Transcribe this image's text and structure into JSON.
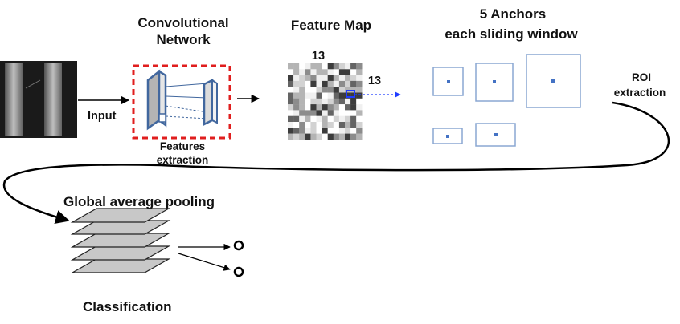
{
  "labels": {
    "conv_line1": "Convolutional",
    "conv_line2": "Network",
    "feature_map": "Feature  Map",
    "anchors_line1": "5 Anchors",
    "anchors_line2": "each sliding window",
    "input": "Input",
    "features_line1": "Features",
    "features_line2": "extraction",
    "grid_top": "13",
    "grid_side": "13",
    "roi_line1": "ROI",
    "roi_line2": "extraction",
    "gap": "Global average  pooling",
    "classification": "Classification"
  },
  "colors": {
    "dashed_box": "#e01e1e",
    "conv_blue": "#41679e",
    "anchor_blue": "#8aa7d2",
    "anchor_dot": "#4472c4",
    "arrow_blue": "#1f3cff"
  }
}
